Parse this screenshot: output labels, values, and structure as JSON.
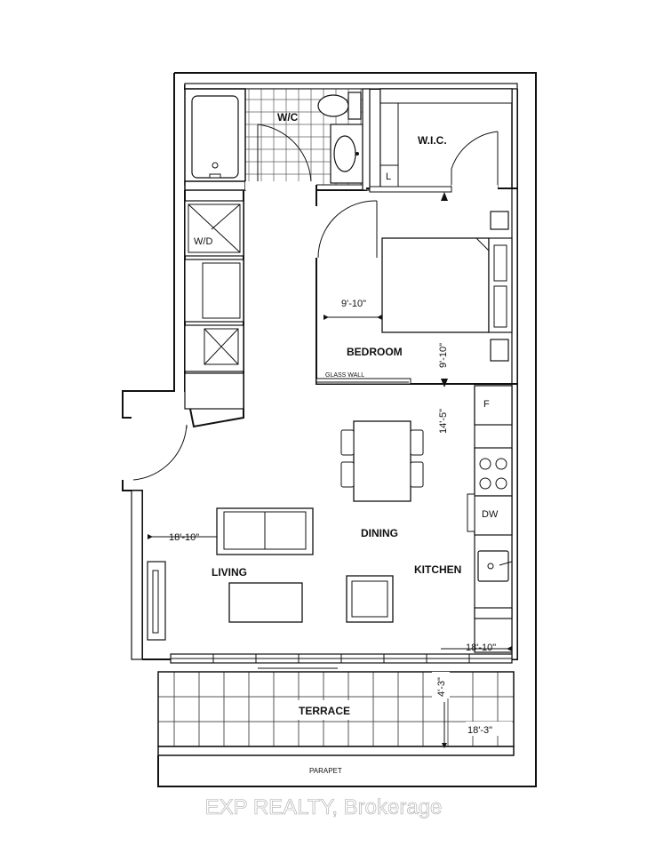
{
  "rooms": {
    "wc": "W/C",
    "wic": "W.I.C.",
    "wic_linen": "L",
    "laundry": "W/D",
    "bedroom": "BEDROOM",
    "glass_wall": "GLASS WALL",
    "fridge": "F",
    "dishwasher": "DW",
    "dining": "DINING",
    "living": "LIVING",
    "kitchen": "KITCHEN",
    "terrace": "TERRACE",
    "parapet": "PARAPET"
  },
  "dimensions": {
    "bedroom_width": "9'-10\"",
    "bedroom_depth": "9'-10\"",
    "dining_depth": "14'-5\"",
    "living_width": "18'-10\"",
    "kitchen_width": "18'-10\"",
    "terrace_depth": "4'-3\"",
    "terrace_width": "18'-3\""
  },
  "watermark": "EXP REALTY, Brokerage"
}
